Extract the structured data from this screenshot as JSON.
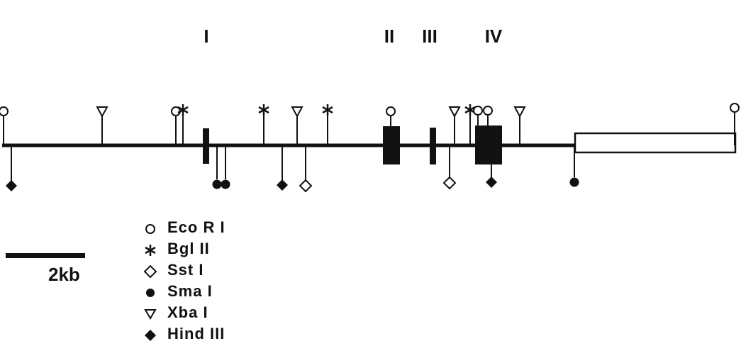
{
  "exon_labels": [
    "I",
    "II",
    "III",
    "IV"
  ],
  "scale": {
    "label": "2kb"
  },
  "legend": [
    {
      "symbol": "open-circle",
      "label": "Eco R I"
    },
    {
      "symbol": "asterisk",
      "label": "Bgl II"
    },
    {
      "symbol": "open-diamond",
      "label": "Sst I"
    },
    {
      "symbol": "filled-circle",
      "label": "Sma I"
    },
    {
      "symbol": "open-triangle-down",
      "label": "Xba I"
    },
    {
      "symbol": "filled-diamond",
      "label": "Hind III"
    }
  ],
  "colors": {
    "ink": "#111111",
    "background": "#ffffff"
  }
}
